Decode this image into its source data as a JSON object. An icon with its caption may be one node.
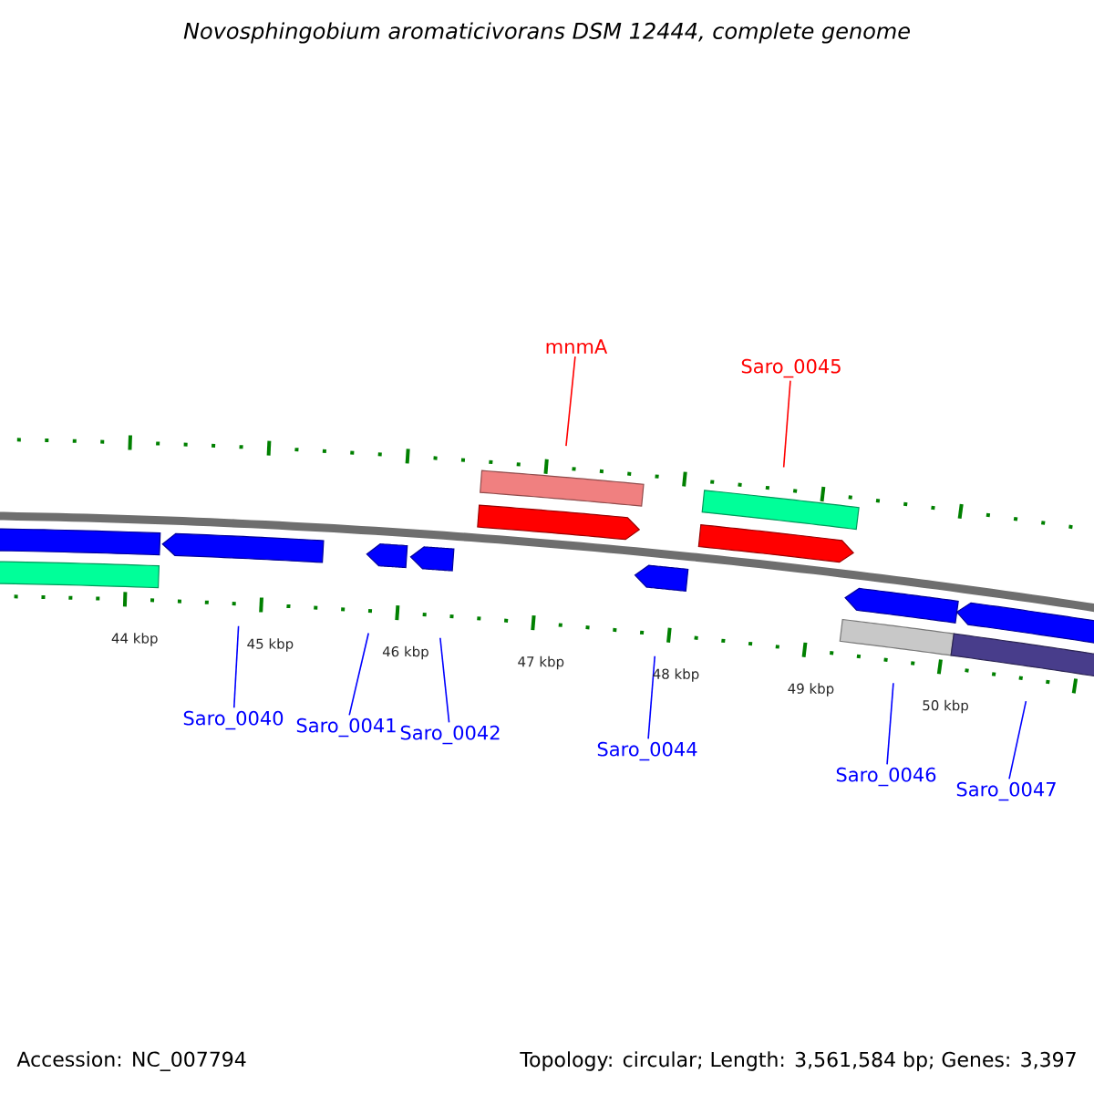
{
  "diagram": {
    "title": "Novosphingobium aromaticivorans DSM 12444, complete genome",
    "nodes": [
      {
        "text": [
          "mnmA"
        ]
      },
      {
        "text": [
          "Saro_0045"
        ]
      },
      {
        "text": [],
        "shape": "arrow"
      },
      {
        "text": [],
        "shape": "arrow"
      },
      {
        "text": [],
        "shape": "arrow"
      },
      {
        "text": [],
        "shape": "arrow"
      },
      {
        "text": [],
        "shape": "arrow"
      },
      {
        "text": [],
        "shape": "arrow"
      },
      {
        "text": [],
        "shape": "arrow"
      },
      {
        "text": [],
        "shape": "arrow"
      },
      {
        "text": [],
        "shape": "arrow"
      },
      {
        "text": [
          "Saro_0040"
        ]
      },
      {
        "text": [
          "Saro_0041"
        ]
      },
      {
        "text": [
          "Saro_0042"
        ]
      },
      {
        "text": [
          "Saro_0044"
        ]
      },
      {
        "text": [
          "Saro_0046"
        ]
      },
      {
        "text": [
          "Saro_0047"
        ]
      },
      {
        "text": [],
        "shape": "bar"
      },
      {
        "text": [],
        "shape": "bar"
      },
      {
        "text": [],
        "shape": "bar"
      },
      {
        "text": [],
        "shape": "bar"
      },
      {
        "text": [],
        "shape": "bar"
      }
    ],
    "edges": [
      {
        "from": 0,
        "to": 18,
        "arrow": "none",
        "color": "#ff0000"
      },
      {
        "from": 1,
        "to": 19,
        "arrow": "none",
        "color": "#ff0000"
      },
      {
        "from": 11,
        "to": 3,
        "arrow": "none"
      },
      {
        "from": 12,
        "to": 4,
        "arrow": "none"
      },
      {
        "from": 13,
        "to": 5,
        "arrow": "none"
      },
      {
        "from": 14,
        "to": 7,
        "arrow": "none"
      },
      {
        "from": 15,
        "to": 20,
        "arrow": "none"
      },
      {
        "from": 16,
        "to": 21,
        "arrow": "none"
      }
    ],
    "labels": [
      "44 kbp",
      "45 kbp",
      "46 kbp",
      "47 kbp",
      "48 kbp",
      "49 kbp",
      "50 kbp",
      "Accession: NC_007794",
      "Topology: circular; Length: 3,561,584 bp; Genes: 3,397"
    ]
  }
}
